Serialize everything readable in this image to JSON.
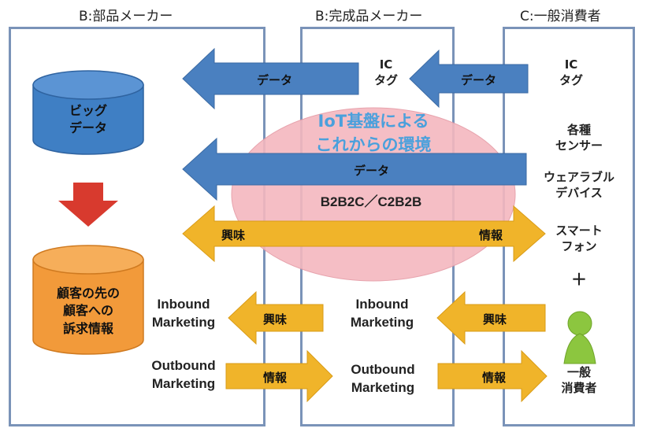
{
  "headers": {
    "parts_maker": "B:部品メーカー",
    "finished_maker": "B:完成品メーカー",
    "consumer": "C:一般消費者"
  },
  "iot": {
    "line1": "IoT基盤による",
    "line2": "これからの環境",
    "model": "B2B2C／C2B2B"
  },
  "arrows": {
    "data_top_left": "データ",
    "data_top_right": "データ",
    "data_middle": "データ",
    "interest_big": "興味",
    "info_big": "情報",
    "interest_mid": "興味",
    "interest_right": "興味",
    "info_mid": "情報",
    "info_right": "情報"
  },
  "labels": {
    "ic_tag_mid": "IC\nタグ",
    "ic_tag_right": "IC\nタグ",
    "sensors": "各種\nセンサー",
    "wearable": "ウェアラブル\nデバイス",
    "smartphone": "スマート\nフォン",
    "plus": "＋",
    "consumer": "一般\n消費者",
    "inbound_left": "Inbound\nMarketing",
    "outbound_left": "Outbound\nMarketing",
    "inbound_mid": "Inbound\nMarketing",
    "outbound_mid": "Outbound\nMarketing"
  },
  "cylinders": {
    "big_data": "ビッグ\nデータ",
    "appeal": "顧客の先の\n顧客への\n訴求情報"
  },
  "colors": {
    "blue_arrow": "#4a80c0",
    "yellow_arrow": "#f0b42a",
    "oval": "#f4b8bf",
    "blue_cyl": "#3f7fc4",
    "orange_cyl": "#f29a3a",
    "red_arrow": "#d83a2e",
    "person": "#8cc63f"
  }
}
